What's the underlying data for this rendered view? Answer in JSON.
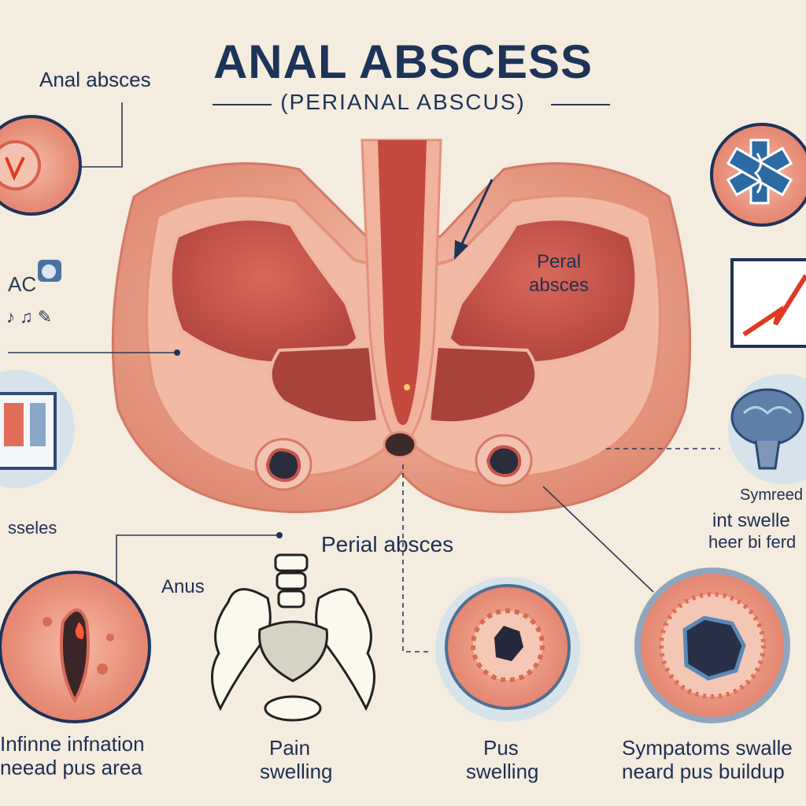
{
  "title": "ANAL ABSCESS",
  "subtitle": "(PERIANAL ABSCUS)",
  "labels": {
    "top_left": "Anal absces",
    "diagram_right": "Peral\nabsces",
    "center": "Perial absces",
    "anus": "Anus",
    "left_mid": "sseles",
    "right_mid_1": "Symreed",
    "right_mid_2": "int swelle",
    "right_mid_3": "heer bi ferd"
  },
  "captions": [
    {
      "line1": "Infinne infnation",
      "line2": "neead pus area"
    },
    {
      "line1": "Pain",
      "line2": "swelling"
    },
    {
      "line1": "Pus",
      "line2": "swelling"
    },
    {
      "line1": "Sympatoms swalle",
      "line2": "neard pus buildup"
    }
  ],
  "colors": {
    "background": "#f3ecdf",
    "tissue": "#e89a85",
    "muscle": "#c8554a",
    "abscess": "#2a2d3c",
    "navy": "#1d3358",
    "accent_blue": "#2b6aa3",
    "alert_red": "#e03a22"
  },
  "icons": [
    "medical-star-of-life-icon",
    "alert-chart-icon",
    "brain-icon",
    "pelvis-bone-icon",
    "doctor-icon"
  ]
}
